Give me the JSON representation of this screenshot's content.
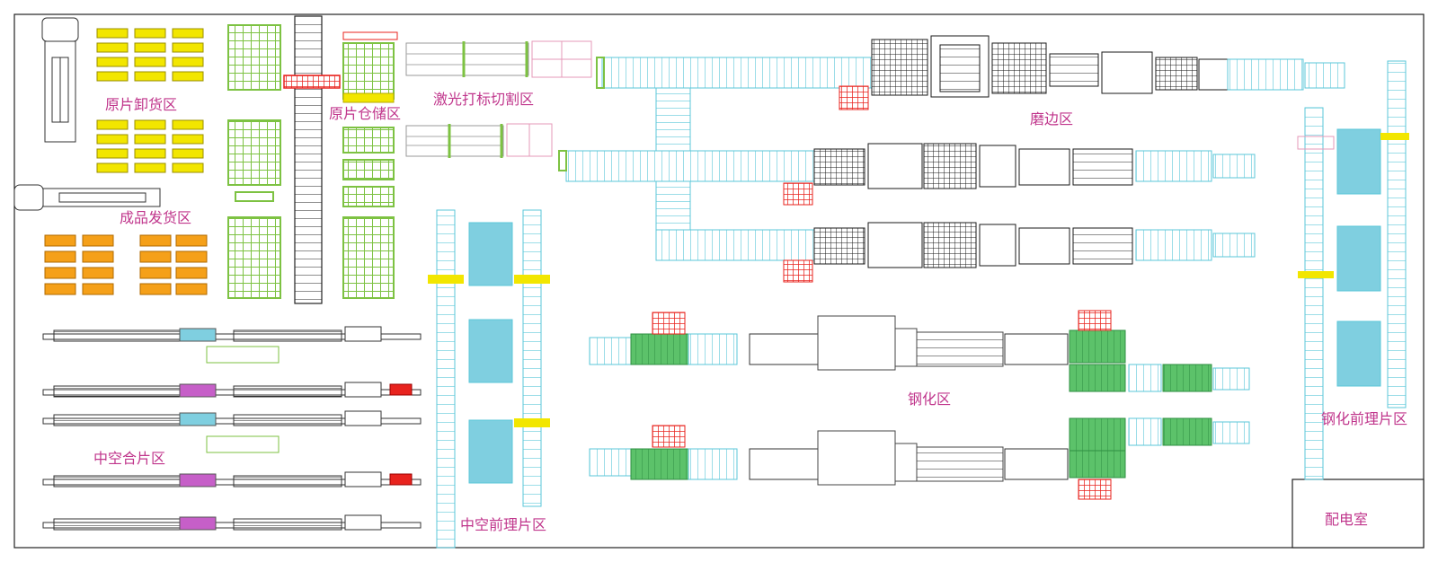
{
  "diagram": {
    "zones": {
      "raw_unload": "原片卸货区",
      "raw_storage": "原片仓储区",
      "laser_cut": "激光打标切割区",
      "edging": "磨边区",
      "finished_ship": "成品发货区",
      "tempering": "钢化区",
      "tempering_pre": "钢化前理片区",
      "insulating_pre": "中空前理片区",
      "insulating_assembly": "中空合片区",
      "power_room": "配电室"
    },
    "colors": {
      "label": "#c0368c",
      "yellow_rack": "#f2e600",
      "orange_rack": "#f5a019",
      "green_rack": "#7dc242",
      "cyan_conveyor": "#5bc7d9",
      "cyan_fill": "#7fcfe0",
      "magenta": "#c65fc8",
      "red": "#e8231e",
      "machine": "#1a1a1a",
      "teal_green": "#35b56a"
    },
    "icons": [
      "truck-icon",
      "machine-icon",
      "conveyor-icon",
      "rack-icon"
    ]
  }
}
